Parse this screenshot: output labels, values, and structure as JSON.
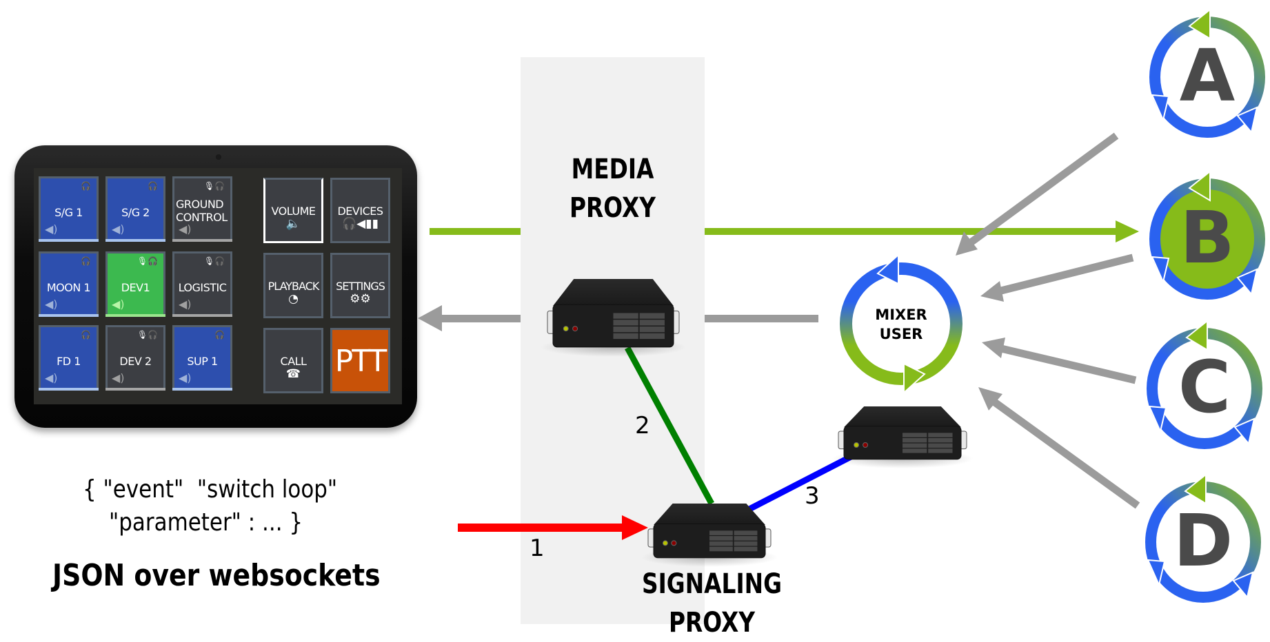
{
  "tablet": {
    "tiles": [
      {
        "label": "S/G 1",
        "style": "blue",
        "top_icon": "headphones-icon",
        "bottom_icon": "speaker-icon"
      },
      {
        "label": "S/G 2",
        "style": "blue",
        "top_icon": "headphones-icon",
        "bottom_icon": "speaker-icon"
      },
      {
        "label": "GROUND CONTROL",
        "line1": "GROUND",
        "line2": "CONTROL",
        "style": "gray",
        "top_icon": "mic-headphones-icon",
        "bottom_icon": "speaker-icon"
      },
      {
        "label": "MOON 1",
        "style": "blue",
        "top_icon": "headphones-icon",
        "bottom_icon": "speaker-icon"
      },
      {
        "label": "DEV1",
        "style": "green",
        "top_icon": "mic-headphones-icon",
        "bottom_icon": "speaker-icon"
      },
      {
        "label": "LOGISTIC",
        "style": "gray",
        "top_icon": "mic-headphones-icon",
        "bottom_icon": "speaker-icon"
      },
      {
        "label": "FD 1",
        "style": "blue",
        "top_icon": "headphones-icon",
        "bottom_icon": "speaker-icon"
      },
      {
        "label": "DEV 2",
        "style": "gray",
        "top_icon": "mic-headphones-icon",
        "bottom_icon": "speaker-icon"
      },
      {
        "label": "SUP 1",
        "style": "blue",
        "top_icon": "headphones-icon",
        "bottom_icon": "speaker-icon"
      }
    ],
    "tools": [
      {
        "label": "VOLUME",
        "icon": "speaker-icon",
        "glyph": "🔈"
      },
      {
        "label": "DEVICES",
        "icon": "devices-icon",
        "glyph": "🎧◀▮▮"
      },
      {
        "label": "PLAYBACK",
        "icon": "clock-icon",
        "glyph": "◔"
      },
      {
        "label": "SETTINGS",
        "icon": "gears-icon",
        "glyph": "⚙⚙"
      },
      {
        "label": "CALL",
        "icon": "telephone-icon",
        "glyph": "☎"
      },
      {
        "label": "PTT",
        "icon": null,
        "glyph": ""
      }
    ],
    "glyphs": {
      "headphones": "🎧",
      "mic_headphones": "🎙🎧",
      "speaker": "◀)"
    },
    "colors": {
      "blue": "#2d4fae",
      "green": "#3cb94f",
      "gray": "#3c3e43",
      "ptt": "#c85208"
    }
  },
  "media_proxy": {
    "line1": "MEDIA",
    "line2": "PROXY"
  },
  "signaling_proxy": {
    "line1": "SIGNALING",
    "line2": "PROXY"
  },
  "mixer": {
    "line1": "MIXER",
    "line2": "USER"
  },
  "loops": [
    {
      "letter": "A",
      "filled": false
    },
    {
      "letter": "B",
      "filled": true
    },
    {
      "letter": "C",
      "filled": false
    },
    {
      "letter": "D",
      "filled": false
    }
  ],
  "connections": [
    {
      "label": "1",
      "color": "#ff0000",
      "from": "tablet",
      "to": "signaling-proxy"
    },
    {
      "label": "2",
      "color": "#008000",
      "from": "signaling-proxy",
      "to": "media-proxy"
    },
    {
      "label": "3",
      "color": "#0000ff",
      "from": "signaling-proxy",
      "to": "mixer-server"
    }
  ],
  "flows": {
    "media_out_color": "#86bb1a",
    "media_in_color": "#9b9b9b"
  },
  "json_example": {
    "line1": "{ \"event\"  \"switch loop\"",
    "line2": "\"parameter\" : ... }",
    "title": "JSON over websockets"
  }
}
